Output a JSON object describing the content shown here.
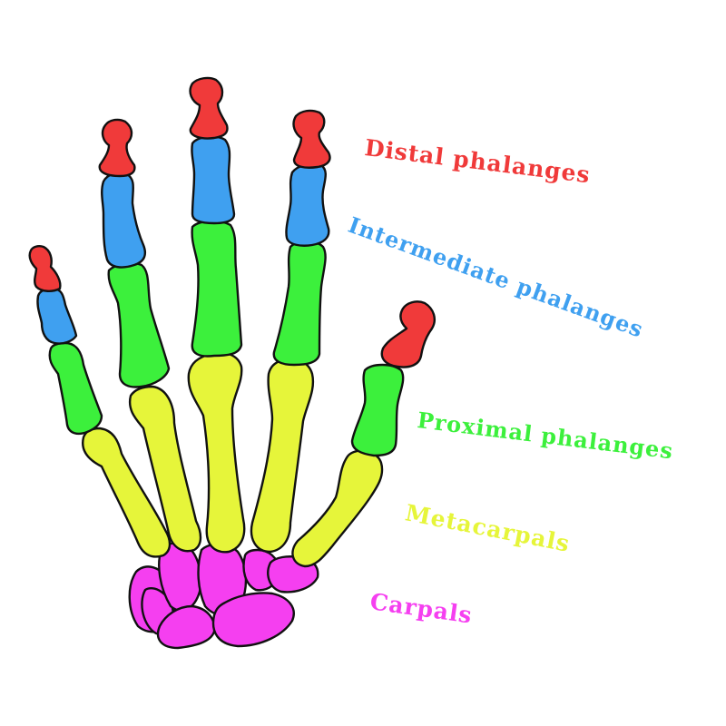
{
  "diagram": {
    "colors": {
      "distal": "#f03a3a",
      "intermediate": "#3fa0f0",
      "proximal": "#3cf03c",
      "metacarpal": "#e6f53a",
      "carpal": "#f53ff0",
      "outline": "#111111"
    },
    "labels": {
      "distal": "Distal phalanges",
      "intermediate": "Intermediate phalanges",
      "proximal": "Proximal phalanges",
      "metacarpals": "Metacarpals",
      "carpals": "Carpals"
    }
  }
}
